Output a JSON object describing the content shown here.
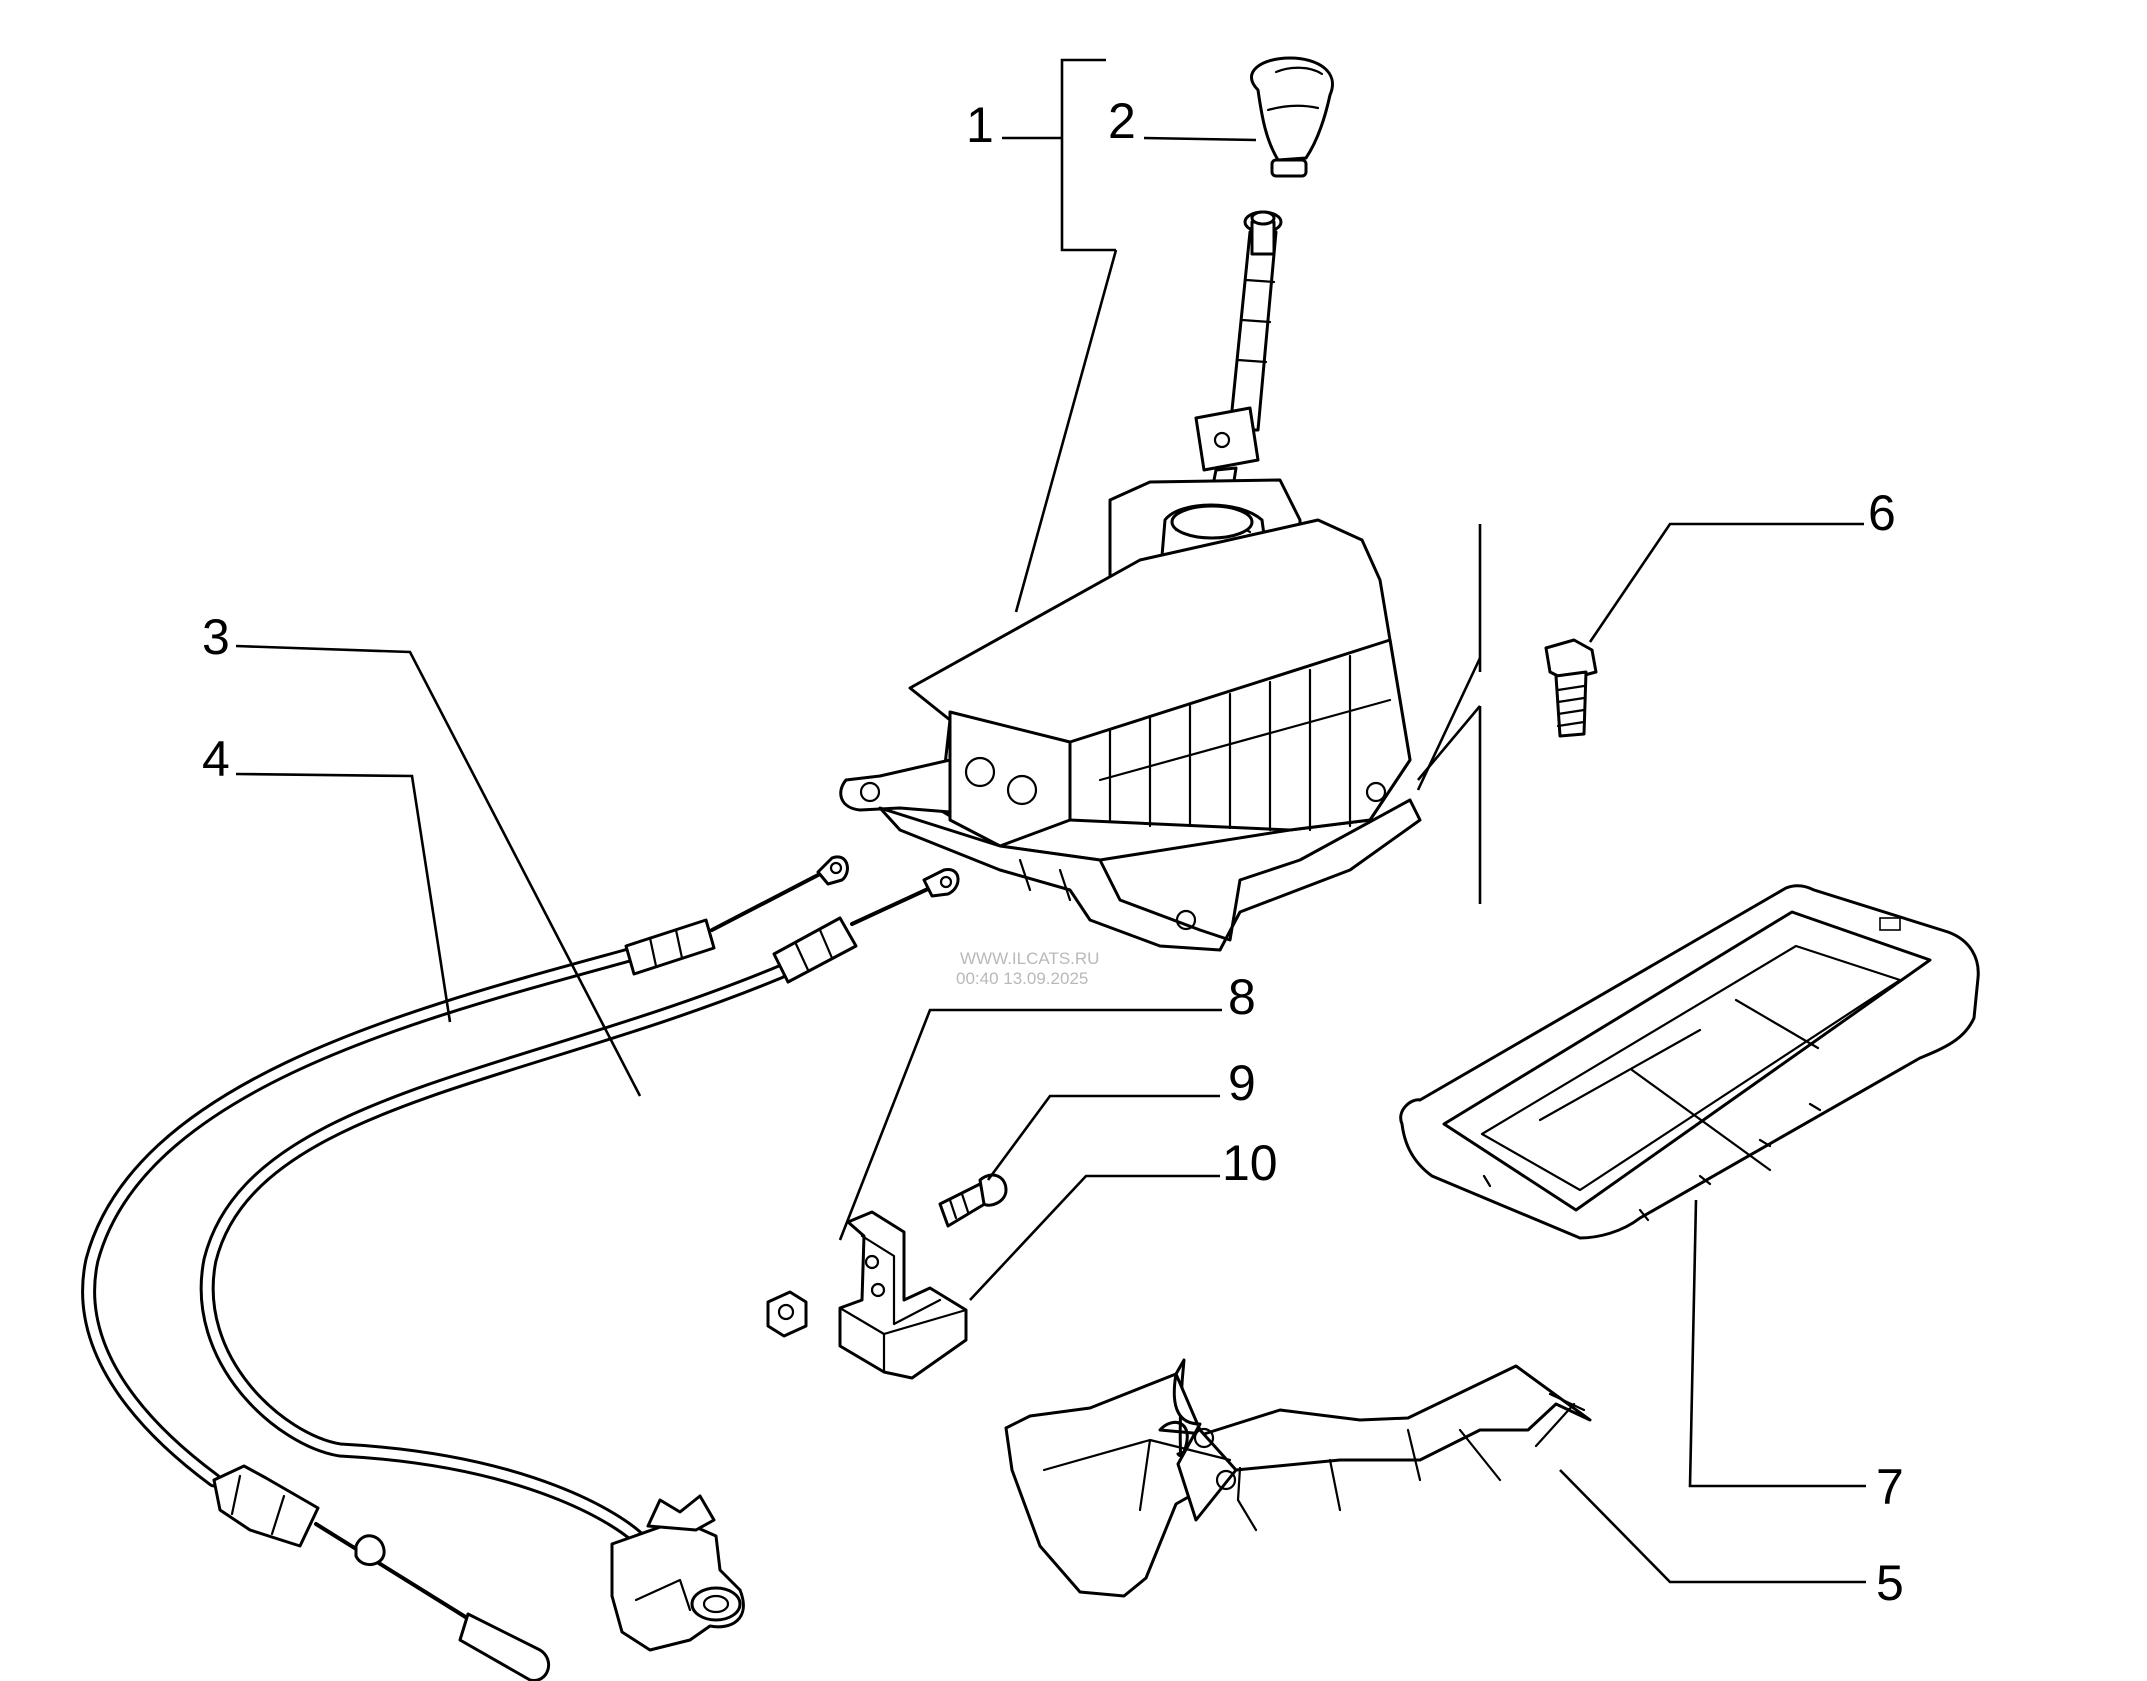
{
  "callouts": [
    {
      "id": "1",
      "text": "1"
    },
    {
      "id": "2",
      "text": "2"
    },
    {
      "id": "3",
      "text": "3"
    },
    {
      "id": "4",
      "text": "4"
    },
    {
      "id": "5",
      "text": "5"
    },
    {
      "id": "6",
      "text": "6"
    },
    {
      "id": "7",
      "text": "7"
    },
    {
      "id": "8",
      "text": "8"
    },
    {
      "id": "9",
      "text": "9"
    },
    {
      "id": "10",
      "text": "10"
    }
  ],
  "watermark": {
    "line1": "WWW.ILCATS.RU",
    "line2": "00:40 13.09.2025"
  }
}
